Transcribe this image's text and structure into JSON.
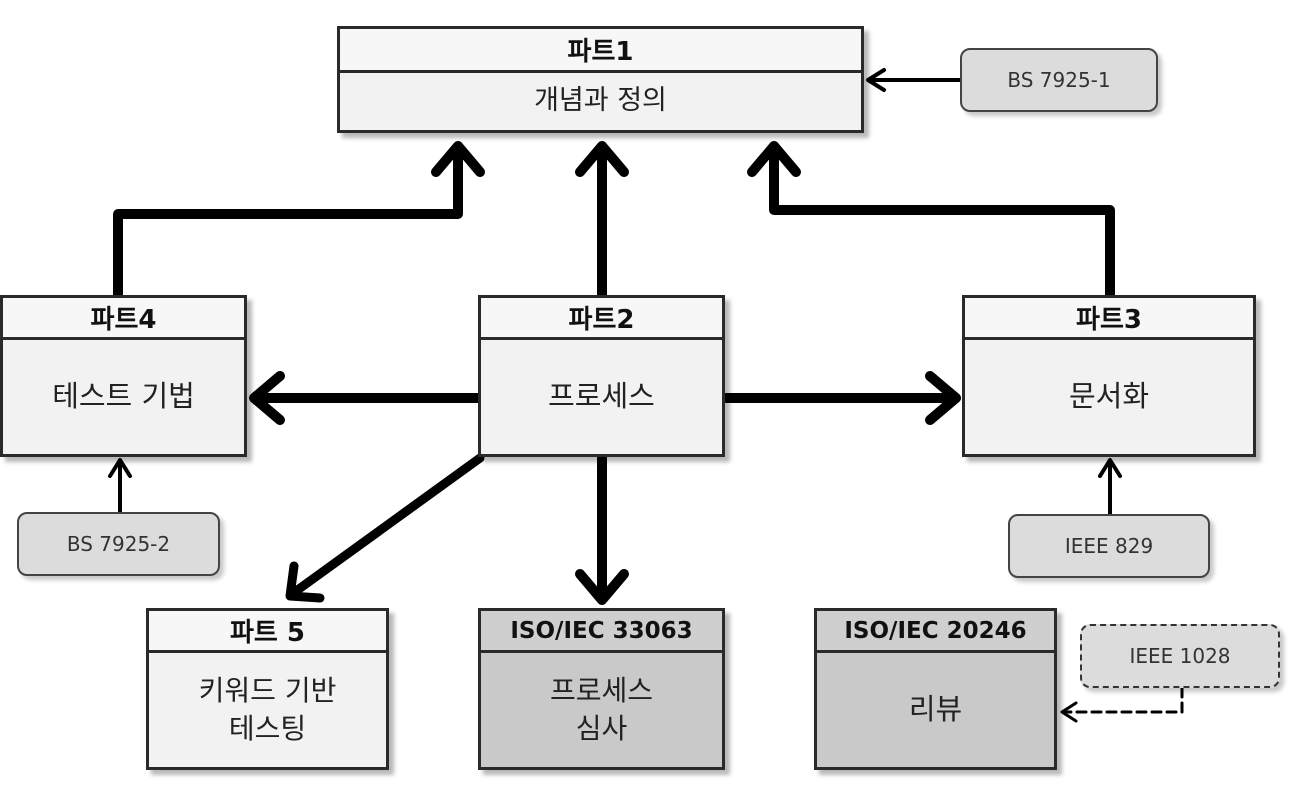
{
  "parts": {
    "part1": {
      "header": "파트1",
      "body": "개념과 정의"
    },
    "part2": {
      "header": "파트2",
      "body": "프로세스"
    },
    "part3": {
      "header": "파트3",
      "body": "문서화"
    },
    "part4": {
      "header": "파트4",
      "body": "테스트 기법"
    },
    "part5": {
      "header": "파트 5",
      "body": "키워드 기반\n테스팅"
    },
    "iso33063": {
      "header": "ISO/IEC 33063",
      "body": "프로세스\n심사"
    },
    "iso20246": {
      "header": "ISO/IEC 20246",
      "body": "리뷰"
    }
  },
  "standards": {
    "bs7925_1": "BS 7925-1",
    "bs7925_2": "BS 7925-2",
    "ieee829": "IEEE 829",
    "ieee1028": "IEEE 1028"
  },
  "colors": {
    "line": "#000000",
    "light_box": "#f2f2f2",
    "dark_box": "#c9c9c9",
    "tag_fill": "#dcdcdc"
  }
}
